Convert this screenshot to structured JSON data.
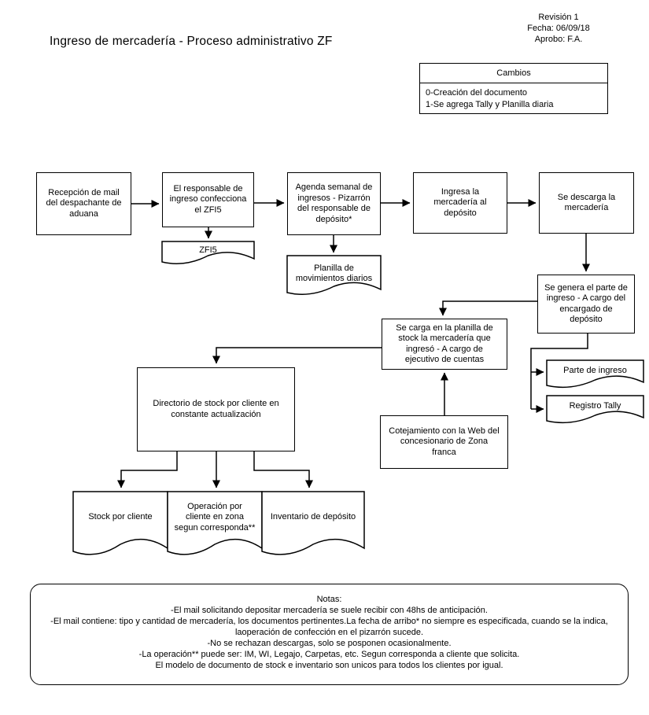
{
  "header": {
    "title": "Ingreso de mercadería - Proceso administrativo ZF",
    "revision": [
      "Revisión 1",
      "Fecha: 06/09/18",
      "Aprobo: F.A."
    ]
  },
  "changes": {
    "title": "Cambios",
    "items": [
      "0-Creación del documento",
      "1-Se agrega Tally y Planilla diaria"
    ]
  },
  "flowchart": {
    "nodes": {
      "recepcion": "Recepción de mail\ndel despachante de\naduana",
      "responsable": "El responsable de\ningreso confecciona\nel ZFI5",
      "agenda": "Agenda semanal de\ningresos - Pizarrón\ndel responsable de\ndepósito*",
      "ingresa": "Ingresa la\nmercadería al\ndepósito",
      "descarga": "Se descarga la\nmercadería",
      "parte": "Se genera el parte de\ningreso - A cargo del\nencargado de\ndepósito",
      "carga_planilla": "Se carga en la planilla de\nstock la mercadería que\ningresó - A cargo de\nejecutivo de cuentas",
      "directorio": "Directorio de stock por cliente en\nconstante actualización",
      "cotejamiento": "Cotejamiento con la Web del\nconcesionario de Zona\nfranca"
    },
    "documents": {
      "zfi5": "ZFI5",
      "planilla": "Planilla de\nmovimientos diarios",
      "parte_ingreso": "Parte de ingreso",
      "registro_tally": "Registro Tally",
      "stock_cliente": "Stock por cliente",
      "operacion": "Operación por\ncliente en zona\nsegun corresponda**",
      "inventario": "Inventario de depósito"
    }
  },
  "notes": {
    "title": "Notas:",
    "lines": [
      "-El mail solicitando depositar mercadería se suele recibir con 48hs de anticipación.",
      "-El mail contiene: tipo y cantidad de mercadería, los documentos pertinentes.La fecha de arribo* no siempre es especificada, cuando se la indica, laoperación de confección en el pizarrón sucede.",
      "-No se rechazan descargas, solo se posponen ocasionalmente.",
      "-La operación** puede ser: IM, WI, Legajo, Carpetas, etc. Segun corresponda a cliente que solicita.",
      "El modelo de documento de stock e inventario son unicos para todos los clientes por igual."
    ]
  },
  "colors": {
    "line": "#000000",
    "background": "#ffffff",
    "text": "#000000"
  }
}
